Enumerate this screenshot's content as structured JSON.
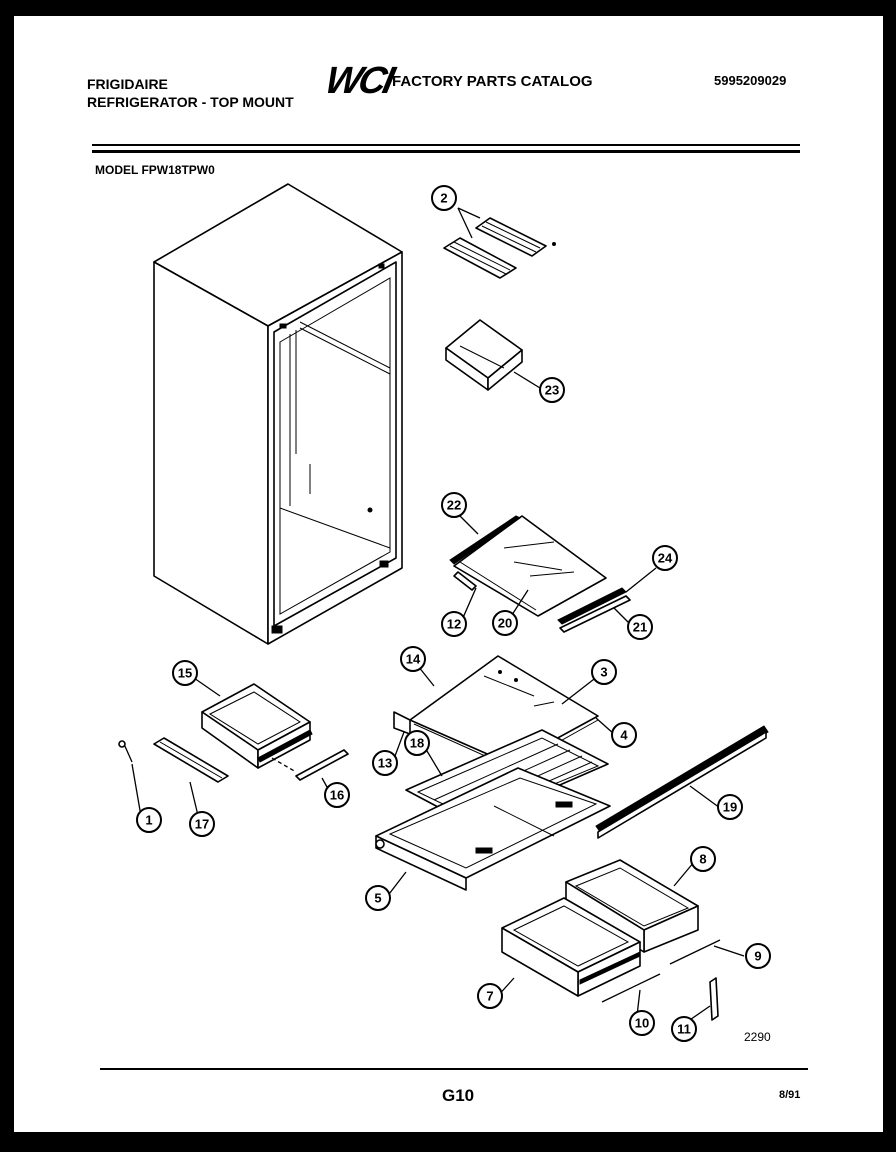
{
  "header": {
    "brand": "FRIGIDAIRE",
    "product": "REFRIGERATOR - TOP MOUNT",
    "logo_text": "WCI",
    "catalog_title": "FACTORY PARTS CATALOG",
    "part_number": "5995209029",
    "model": "MODEL FPW18TPW0"
  },
  "footer": {
    "drawing_number": "2290",
    "page_code": "G10",
    "date": "8/91"
  },
  "callouts": [
    "2",
    "23",
    "22",
    "24",
    "12",
    "20",
    "21",
    "14",
    "3",
    "4",
    "13",
    "18",
    "15",
    "16",
    "17",
    "1",
    "19",
    "8",
    "5",
    "9",
    "7",
    "10",
    "11"
  ]
}
